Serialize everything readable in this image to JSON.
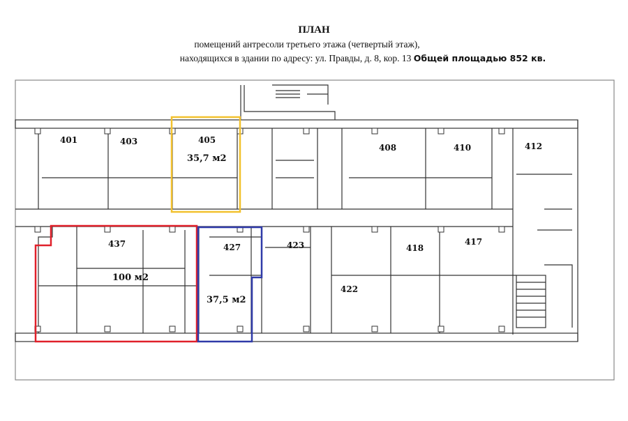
{
  "header": {
    "title": "ПЛАН",
    "subtitle": "помещений антресоли третьего этажа (четвертый этаж),",
    "address": "находящихся в здании по адресу: ул. Правды, д. 8, кор. 13",
    "total_area": "Общей площадью 852 кв."
  },
  "rooms": {
    "r401": "401",
    "r403": "403",
    "r405": "405",
    "r408": "408",
    "r410": "410",
    "r412": "412",
    "r437": "437",
    "r427": "427",
    "r423": "423",
    "r418": "418",
    "r417": "417",
    "r422": "422"
  },
  "highlights": {
    "yellow": {
      "area": "35,7 м2",
      "color": "#f2c12e"
    },
    "red": {
      "area": "100 м2",
      "color": "#e0202a"
    },
    "blue": {
      "area": "37,5 м2",
      "color": "#2f3aa8"
    }
  }
}
